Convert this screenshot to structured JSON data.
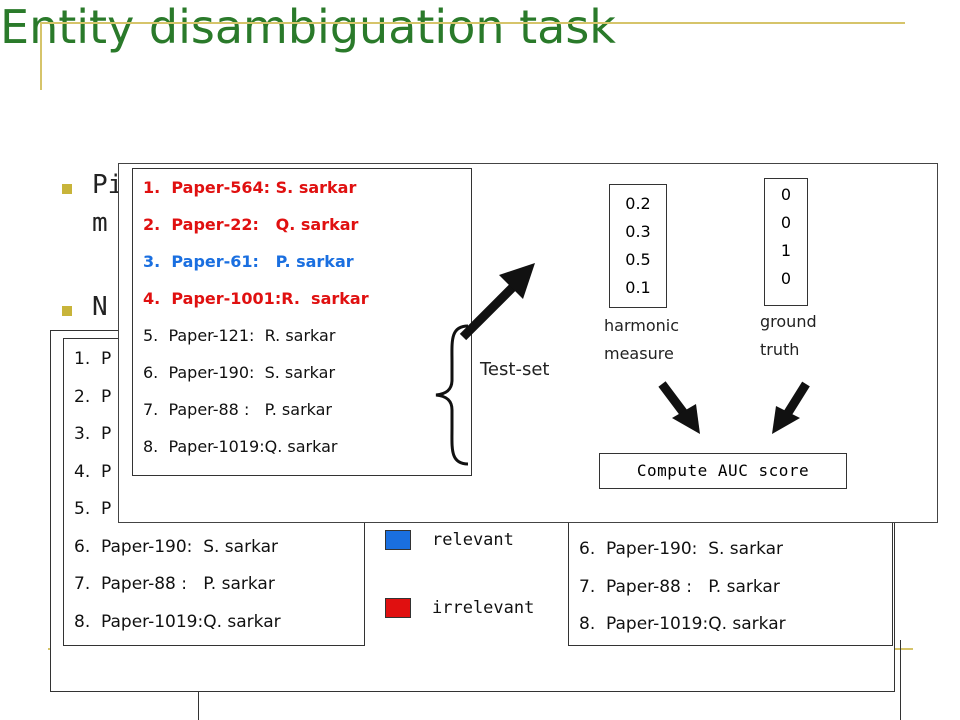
{
  "title": "Entity disambiguation task",
  "bullets": [
    "Pi",
    "m",
    "N"
  ],
  "left_list": {
    "visible_prefixes": [
      "1.  P",
      "2.  P",
      "3.  P",
      "4.  P",
      "5.  P"
    ],
    "items": [
      "6.  Paper-190:  S. sarkar",
      "7.  Paper-88 :   P. sarkar",
      "8.  Paper-1019:Q. sarkar"
    ]
  },
  "right_list": {
    "items": [
      "6.  Paper-190:  S. sarkar",
      "7.  Paper-88 :   P. sarkar",
      "8.  Paper-1019:Q. sarkar"
    ]
  },
  "legend": [
    {
      "label": "relevant",
      "color": "#1a6fe0"
    },
    {
      "label": "irrelevant",
      "color": "#e01010"
    }
  ],
  "overlay": {
    "list": [
      {
        "text": "1.  Paper-564: S. sarkar",
        "color": "#e01010",
        "bold": true
      },
      {
        "text": "2.  Paper-22:   Q. sarkar",
        "color": "#e01010",
        "bold": true
      },
      {
        "text": "3.  Paper-61:   P. sarkar",
        "color": "#1a6fe0",
        "bold": true
      },
      {
        "text": "4.  Paper-1001:R.  sarkar",
        "color": "#e01010",
        "bold": true
      },
      {
        "text": "5.  Paper-121:  R. sarkar",
        "color": "#111111",
        "bold": false
      },
      {
        "text": "6.  Paper-190:  S. sarkar",
        "color": "#111111",
        "bold": false
      },
      {
        "text": "7.  Paper-88 :   P. sarkar",
        "color": "#111111",
        "bold": false
      },
      {
        "text": "8.  Paper-1019:Q. sarkar",
        "color": "#111111",
        "bold": false
      }
    ],
    "test_set_label": "Test-set",
    "harmonic_values": [
      "0.2",
      "0.3",
      "0.5",
      "0.1"
    ],
    "harmonic_label": "harmonic measure",
    "truth_values": [
      "0",
      "0",
      "1",
      "0"
    ],
    "truth_label": "ground truth",
    "auc_button": "Compute AUC score"
  }
}
